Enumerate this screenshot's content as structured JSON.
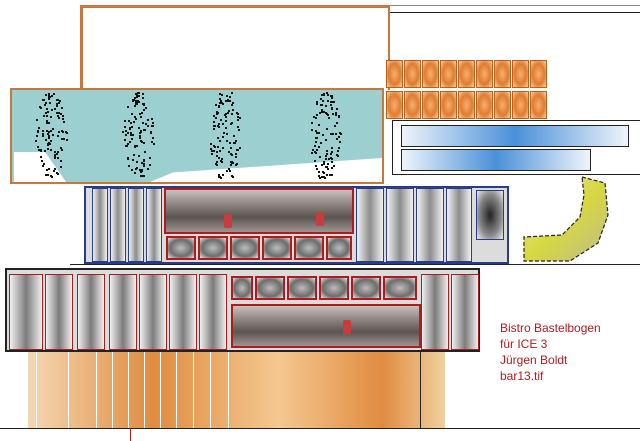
{
  "caption": {
    "line1": "Bistro Bastelbogen",
    "line2": "für ICE 3",
    "line3": "Jürgen Boldt",
    "line4": "bar13.tif"
  },
  "colors": {
    "teal": "#9cd0d0",
    "orange": "#e07c30",
    "blue": "#4a90d8",
    "navy_outline": "#283c8c",
    "red_outline": "#b01c1c",
    "yellow": "#d8d840",
    "caption_text": "#b01c1c"
  }
}
